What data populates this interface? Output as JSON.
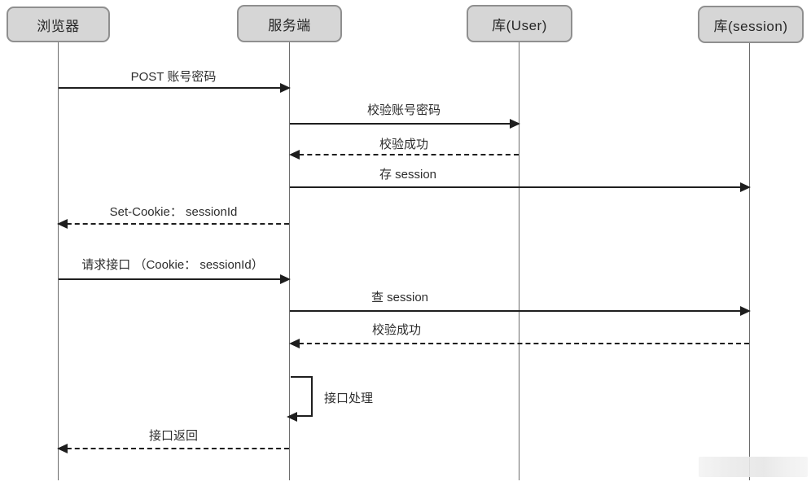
{
  "diagram": {
    "type": "sequence",
    "actors": [
      {
        "id": "browser",
        "label": "浏览器"
      },
      {
        "id": "server",
        "label": "服务端"
      },
      {
        "id": "db_user",
        "label": "库(User)"
      },
      {
        "id": "db_session",
        "label": "库(session)"
      }
    ],
    "messages": [
      {
        "label": "POST 账号密码",
        "from": "browser",
        "to": "server",
        "style": "solid"
      },
      {
        "label": "校验账号密码",
        "from": "server",
        "to": "db_user",
        "style": "solid"
      },
      {
        "label": "校验成功",
        "from": "db_user",
        "to": "server",
        "style": "dashed"
      },
      {
        "label": "存 session",
        "from": "server",
        "to": "db_session",
        "style": "solid"
      },
      {
        "label": "Set-Cookie： sessionId",
        "from": "server",
        "to": "browser",
        "style": "dashed"
      },
      {
        "label": "请求接口 （Cookie： sessionId）",
        "from": "browser",
        "to": "server",
        "style": "solid"
      },
      {
        "label": "查 session",
        "from": "server",
        "to": "db_session",
        "style": "solid"
      },
      {
        "label": "校验成功",
        "from": "db_session",
        "to": "server",
        "style": "dashed"
      },
      {
        "label": "接口处理",
        "from": "server",
        "to": "server",
        "style": "self"
      },
      {
        "label": "接口返回",
        "from": "server",
        "to": "browser",
        "style": "dashed"
      }
    ],
    "colors": {
      "actor_fill": "#d6d6d6",
      "actor_border": "#8f8f8f",
      "line": "#1e1e1e",
      "lifeline": "#6d6d6d",
      "text": "#2d2d2d",
      "background": "#ffffff"
    }
  }
}
